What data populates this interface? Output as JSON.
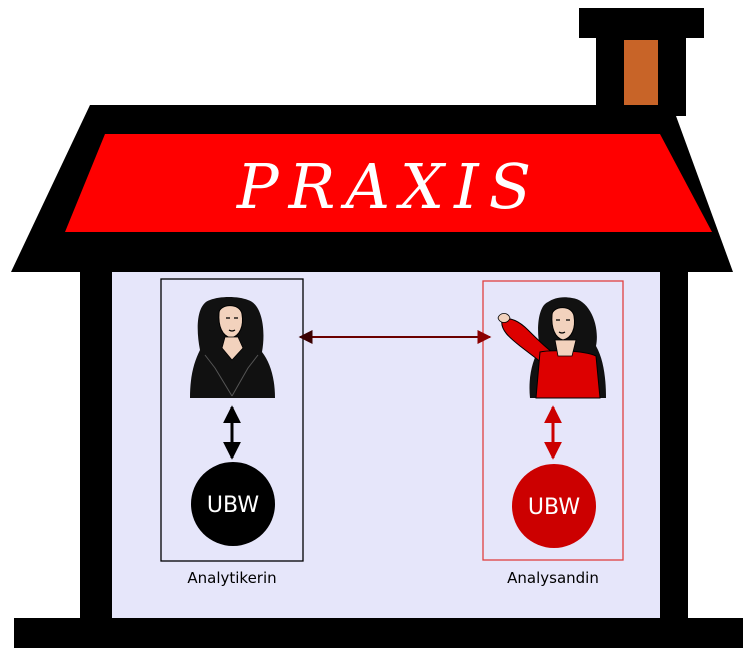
{
  "title": "PRAXIS",
  "left_person": {
    "label": "Analytikerin",
    "unconscious": "UBW"
  },
  "right_person": {
    "label": "Analysandin",
    "unconscious": "UBW"
  },
  "colors": {
    "roof": "#ff0000",
    "chimney": "#c86428",
    "wall": "#e6e6fa",
    "left_accent": "#000000",
    "right_accent": "#cc0000",
    "link_arrow": "#8b0000"
  }
}
